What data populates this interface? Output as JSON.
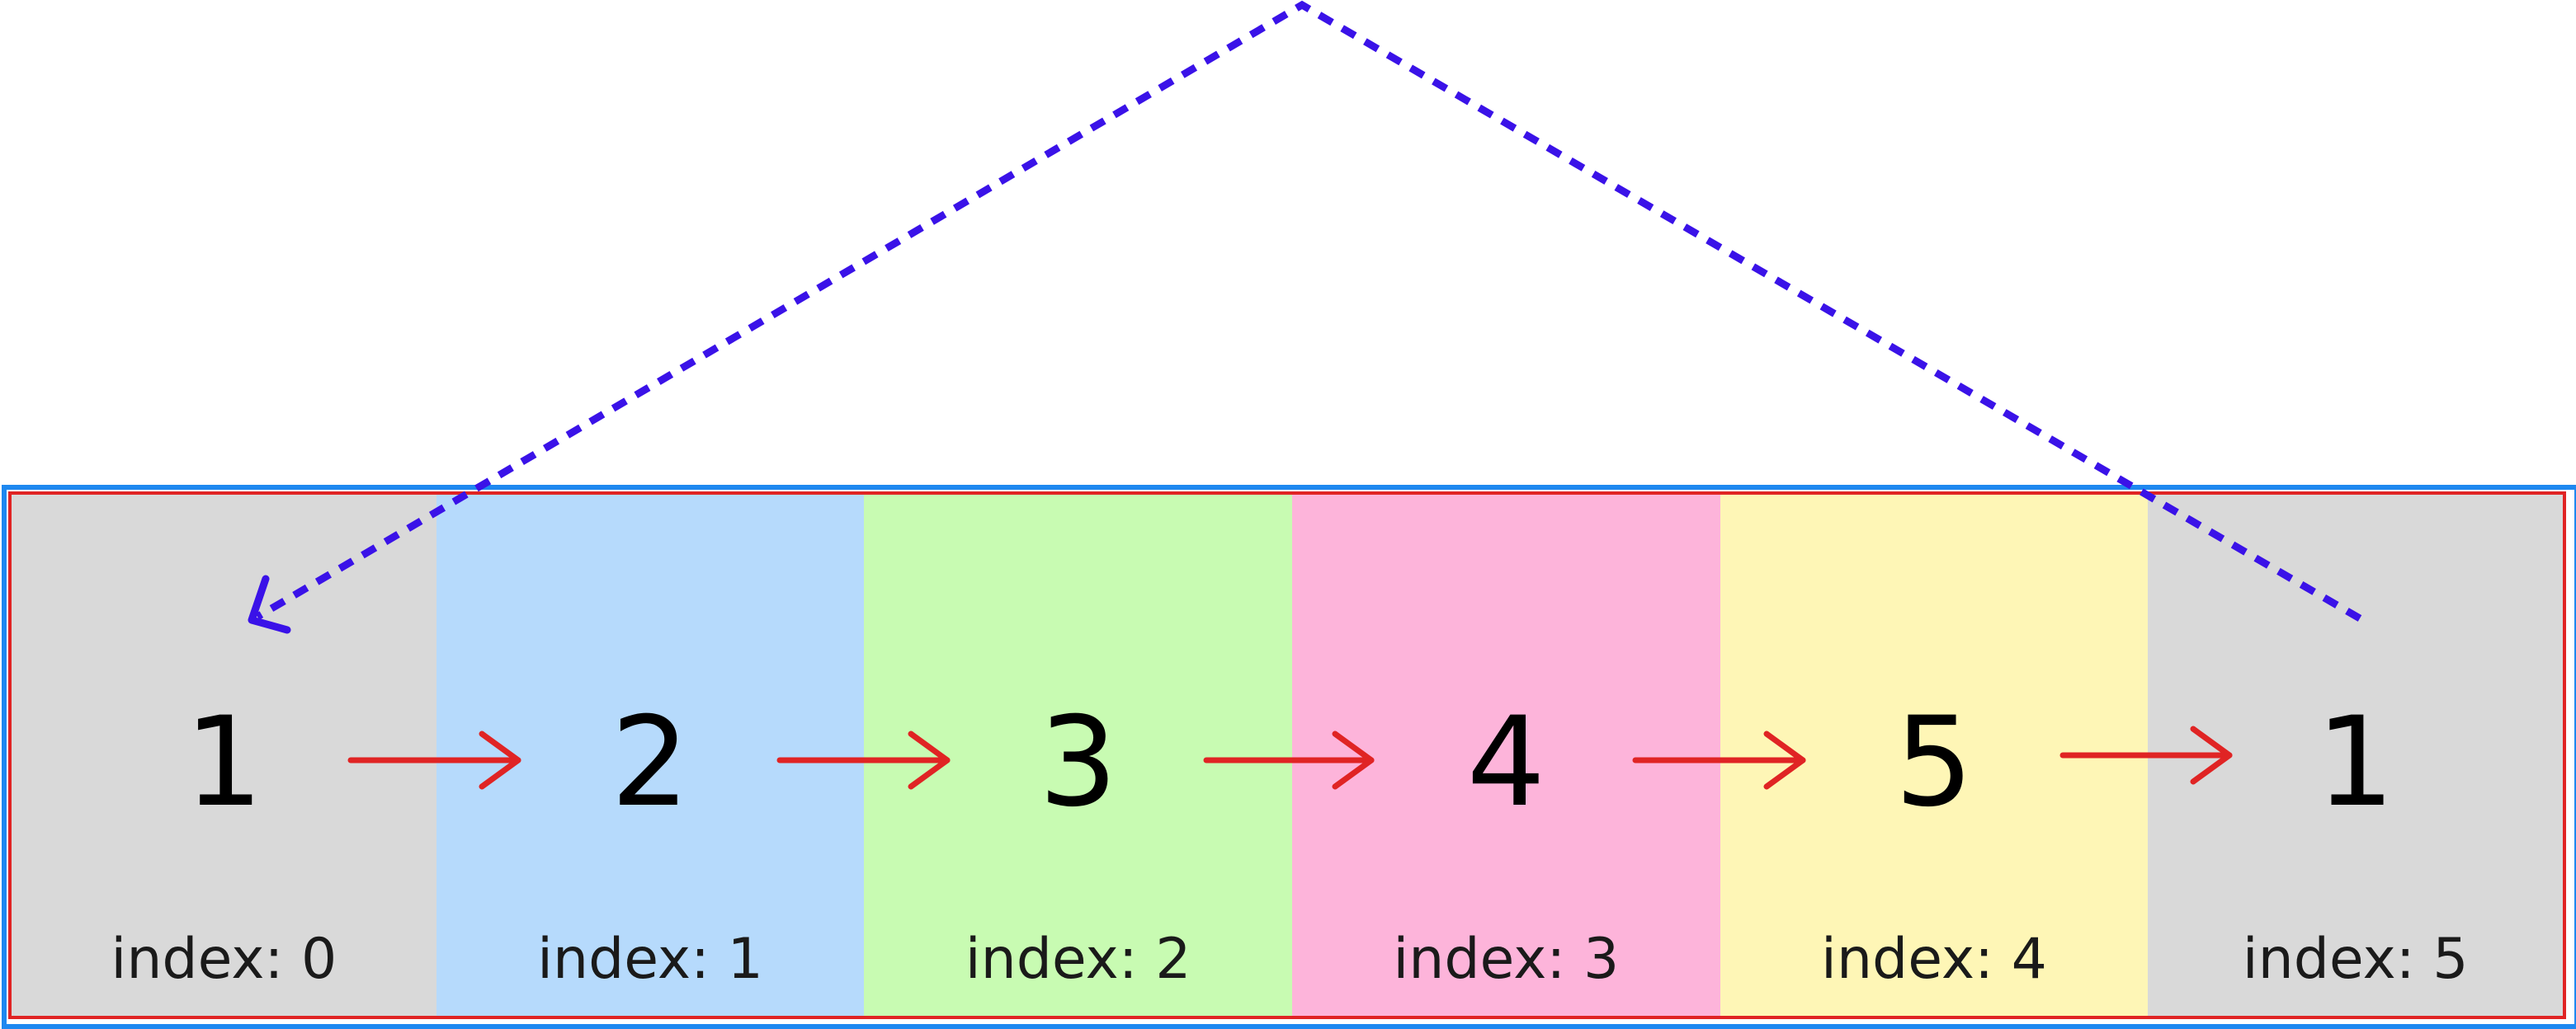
{
  "colors": {
    "outer_border": "#1e88f0",
    "inner_border": "#e02424",
    "next_arrow": "#e02424",
    "wrap_arrow": "#3a12e8"
  },
  "cells": [
    {
      "value": "1",
      "index_label": "index: 0",
      "color": "#d9d9d9"
    },
    {
      "value": "2",
      "index_label": "index: 1",
      "color": "#b6dafc"
    },
    {
      "value": "3",
      "index_label": "index: 2",
      "color": "#c8fbb2"
    },
    {
      "value": "4",
      "index_label": "index: 3",
      "color": "#fdb4da"
    },
    {
      "value": "5",
      "index_label": "index: 4",
      "color": "#fef6b6"
    },
    {
      "value": "1",
      "index_label": "index: 5",
      "color": "#d9d9d9"
    }
  ],
  "arrows": {
    "next_count": 5,
    "wrap_arrow": {
      "from_cell": 5,
      "to_cell": 0,
      "style": "dotted"
    }
  }
}
